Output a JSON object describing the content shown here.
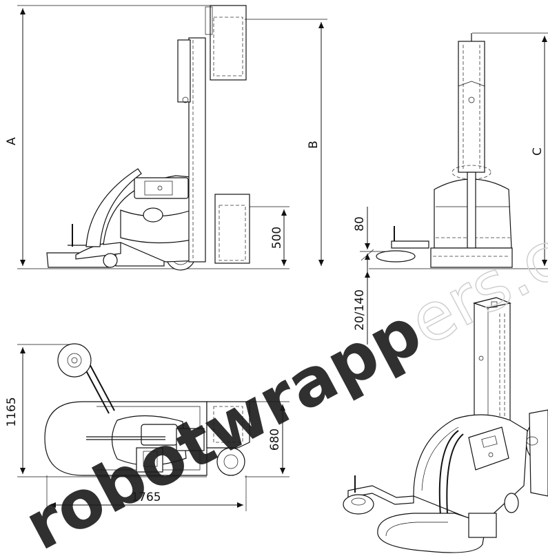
{
  "dimensions": {
    "a": "A",
    "b": "B",
    "c": "C",
    "h500": "500",
    "h80": "80",
    "h20_140": "20/140",
    "w1165": "1165",
    "w680": "680",
    "w1765": "1765"
  },
  "watermark": {
    "text": "robotwrappers.co.uk",
    "colors": {
      "bold": "#1a1a1a",
      "outline": "#cfcfcf"
    }
  }
}
